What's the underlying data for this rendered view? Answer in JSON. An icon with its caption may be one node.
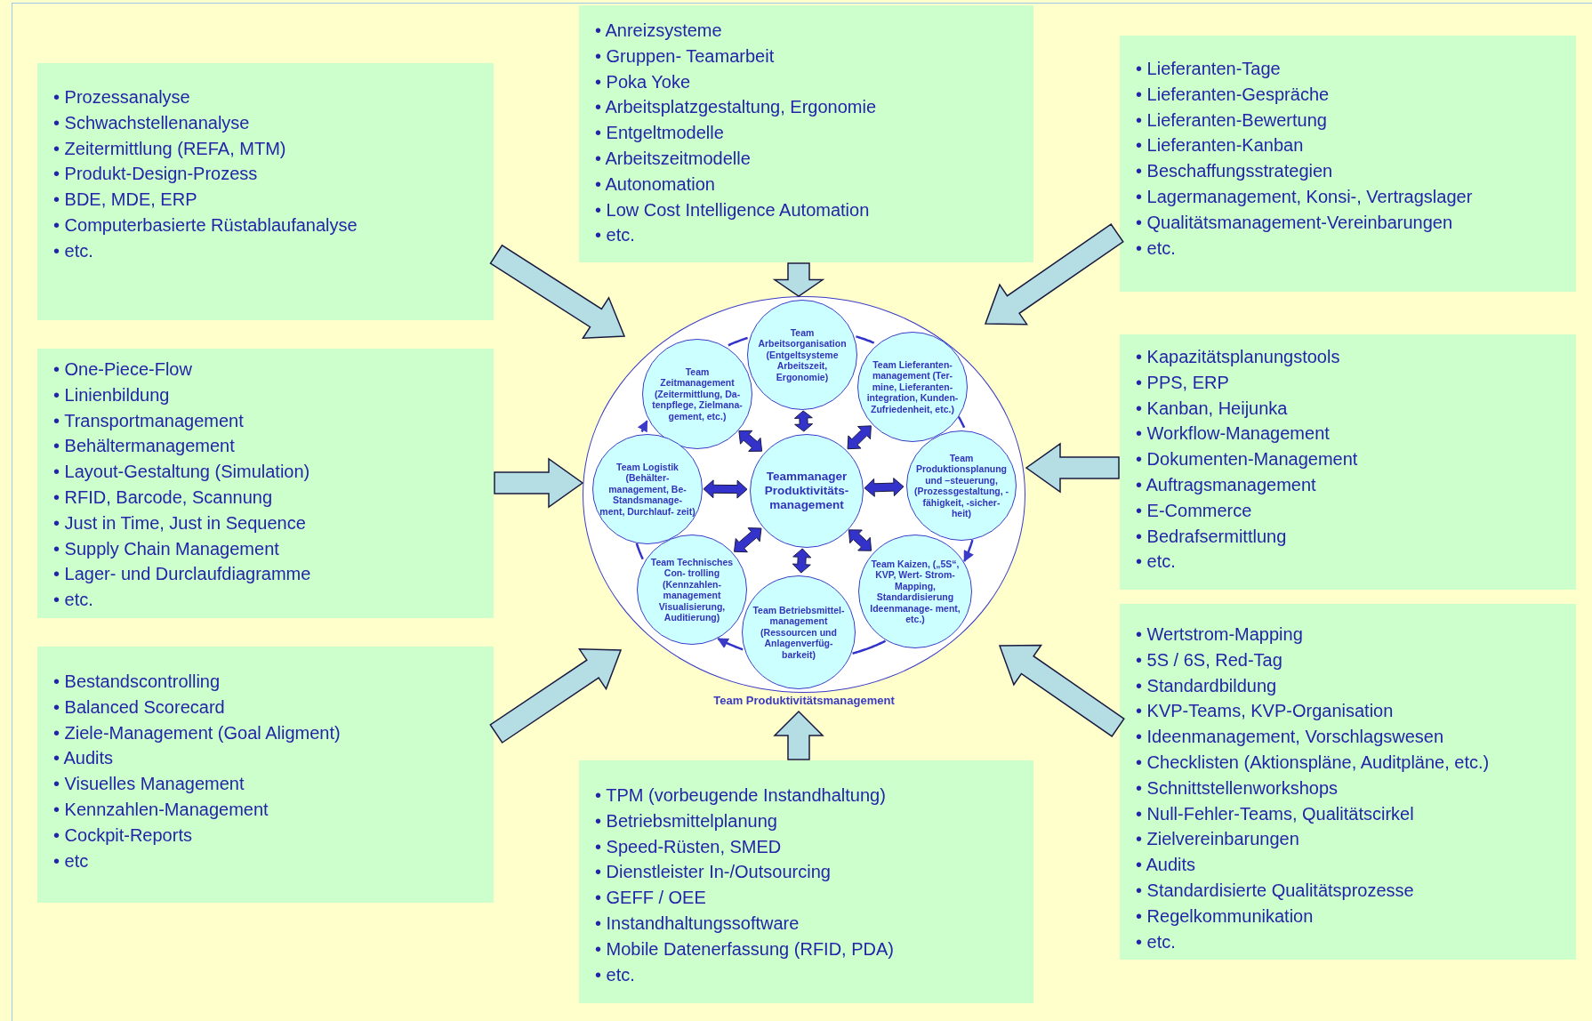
{
  "diagram": {
    "nodes": [
      {
        "text": [
          "Team Produktivitätsmanagement"
        ]
      },
      {
        "text": [
          "Team Arbeitsorganisation (Entgeltsysteme Arbeitszeit, Ergonomie)"
        ],
        "in": 0
      },
      {
        "text": [
          "Team Zeitmanagement (Zeitermittlung, Da- tenpflege, Zielmana- gement, etc.)"
        ],
        "in": 0
      },
      {
        "text": [
          "Team Lieferanten- management (Ter- mine, Lieferanten- integration, Kunden- Zufriedenheit, etc.)"
        ],
        "in": 0
      },
      {
        "text": [
          "Team Logistik (Behälter- management, Be- Standsmanage- ment, Durchlauf- zeit)"
        ],
        "in": 0
      },
      {
        "text": [
          "Teammanager Produktivitäts- management"
        ],
        "in": 0
      },
      {
        "text": [
          "Team Produktionsplanung und –steuerung, (Prozessgestaltung, -fähigkeit, -sicher- heit)"
        ],
        "in": 0
      },
      {
        "text": [
          "Team Technisches Con- trolling (Kennzahlen- management Visualisierung, Auditierung)"
        ],
        "in": 0
      },
      {
        "text": [
          "Team Betriebsmittel- management (Ressourcen und Anlagenverfüg- barkeit)"
        ],
        "in": 0
      },
      {
        "text": [
          "Team Kaizen, („5S“, KVP, Wert- Strom-Mapping, Standardisierung Ideenmanage- ment, etc.)"
        ],
        "in": 0
      },
      {
        "text": [
          "• Prozessanalyse",
          "• Schwachstellenanalyse",
          "• Zeitermittlung (REFA, MTM)",
          "• Produkt-Design-Prozess",
          "• BDE, MDE, ERP",
          "• Computerbasierte Rüstablaufanalyse",
          "• etc."
        ]
      },
      {
        "text": [
          "• Anreizsysteme",
          "• Gruppen- Teamarbeit",
          "• Poka Yoke",
          "• Arbeitsplatzgestaltung, Ergonomie",
          "• Entgeltmodelle",
          "• Arbeitszeitmodelle",
          "• Autonomation",
          "• Low Cost Intelligence Automation",
          "• etc."
        ]
      },
      {
        "text": [
          "• Lieferanten-Tage",
          "• Lieferanten-Gespräche",
          "• Lieferanten-Bewertung",
          "• Lieferanten-Kanban",
          "• Beschaffungsstrategien",
          "• Lagermanagement, Konsi-, Vertragslager",
          "• Qualitätsmanagement-Vereinbarungen",
          "• etc."
        ]
      },
      {
        "text": [
          "• One-Piece-Flow",
          "• Linienbildung",
          "• Transportmanagement",
          "• Behältermanagement",
          "• Layout-Gestaltung (Simulation)",
          "• RFID, Barcode, Scannung",
          "• Just in Time, Just in Sequence",
          "• Supply Chain Management",
          "• Lager- und Durclaufdiagramme",
          "• etc."
        ]
      },
      {
        "text": [
          "• Kapazitätsplanungstools",
          "• PPS, ERP",
          "• Kanban, Heijunka",
          "• Workflow-Management",
          "• Dokumenten-Management",
          "• Auftragsmanagement",
          "• E-Commerce",
          "• Bedrafsermittlung",
          "• etc."
        ]
      },
      {
        "text": [
          "• Bestandscontrolling",
          "• Balanced Scorecard",
          "• Ziele-Management (Goal Aligment)",
          "• Audits",
          "• Visuelles Management",
          "• Kennzahlen-Management",
          "• Cockpit-Reports",
          "• etc"
        ]
      },
      {
        "text": [
          "• TPM (vorbeugende Instandhaltung)",
          "• Betriebsmittelplanung",
          "• Speed-Rüsten, SMED",
          "• Dienstleister In-/Outsourcing",
          "• GEFF / OEE",
          "• Instandhaltungssoftware",
          "• Mobile Datenerfassung (RFID, PDA)",
          "• etc."
        ]
      },
      {
        "text": [
          "• Wertstrom-Mapping",
          "• 5S / 6S, Red-Tag",
          "• Standardbildung",
          "• KVP-Teams, KVP-Organisation",
          "• Ideenmanagement, Vorschlagswesen",
          "• Checklisten (Aktionspläne, Auditpläne, etc.)",
          "• Schnittstellenworkshops",
          "• Null-Fehler-Teams, Qualitätscirkel",
          "• Zielvereinbarungen",
          "• Audits",
          "• Standardisierte Qualitätsprozesse",
          "• Regelkommunikation",
          "• etc."
        ]
      }
    ],
    "edges": [
      {
        "from": 10,
        "to": 0,
        "arrow": "to",
        "style": "thick",
        "color": "#b4dde4"
      },
      {
        "from": 11,
        "to": 0,
        "arrow": "to",
        "style": "thick",
        "color": "#b4dde4"
      },
      {
        "from": 12,
        "to": 0,
        "arrow": "to",
        "style": "thick",
        "color": "#b4dde4"
      },
      {
        "from": 13,
        "to": 0,
        "arrow": "to",
        "style": "thick",
        "color": "#b4dde4"
      },
      {
        "from": 14,
        "to": 0,
        "arrow": "to",
        "style": "thick",
        "color": "#b4dde4"
      },
      {
        "from": 15,
        "to": 0,
        "arrow": "to",
        "style": "thick",
        "color": "#b4dde4"
      },
      {
        "from": 16,
        "to": 0,
        "arrow": "to",
        "style": "thick",
        "color": "#b4dde4"
      },
      {
        "from": 17,
        "to": 0,
        "arrow": "to",
        "style": "thick",
        "color": "#b4dde4"
      },
      {
        "from": 5,
        "to": 1,
        "arrow": "both",
        "style": "thick"
      },
      {
        "from": 5,
        "to": 2,
        "arrow": "both",
        "style": "thick"
      },
      {
        "from": 5,
        "to": 3,
        "arrow": "both",
        "style": "thick"
      },
      {
        "from": 5,
        "to": 4,
        "arrow": "both",
        "style": "thick"
      },
      {
        "from": 5,
        "to": 6,
        "arrow": "both",
        "style": "thick"
      },
      {
        "from": 5,
        "to": 7,
        "arrow": "both",
        "style": "thick"
      },
      {
        "from": 5,
        "to": 8,
        "arrow": "both",
        "style": "thick"
      },
      {
        "from": 5,
        "to": 9,
        "arrow": "both",
        "style": "thick"
      },
      {
        "from": 2,
        "to": 1,
        "arrow": "none"
      },
      {
        "from": 1,
        "to": 3,
        "arrow": "none"
      },
      {
        "from": 3,
        "to": 6,
        "arrow": "none"
      },
      {
        "from": 6,
        "to": 9,
        "arrow": "to"
      },
      {
        "from": 9,
        "to": 8,
        "arrow": "none"
      },
      {
        "from": 8,
        "to": 7,
        "arrow": "to"
      },
      {
        "from": 7,
        "to": 4,
        "arrow": "none"
      },
      {
        "from": 4,
        "to": 2,
        "arrow": "to"
      }
    ]
  }
}
